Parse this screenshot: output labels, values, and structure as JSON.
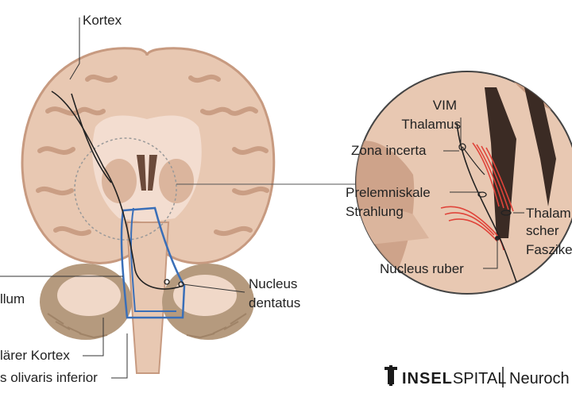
{
  "labels": {
    "kortex": "Kortex",
    "vim": "VIM",
    "thalamus": "Thalamus",
    "zona_incerta": "Zona incerta",
    "prelemniskale": "Prelemniskale",
    "strahlung": "Strahlung",
    "thalamischer_1": "Thalam",
    "thalamischer_2": "scher",
    "thalamischer_3": "Faszike",
    "nucleus_ruber": "Nucleus ruber",
    "nucleus_dentatus_1": "Nucleus",
    "nucleus_dentatus_2": "dentatus",
    "cerebellum": "llum",
    "cerebellaerer_kortex": "lärer Kortex",
    "nucleus_olivaris": "s olivaris inferior"
  },
  "brand": {
    "name_bold": "INSEL",
    "name_regular": "SPITAL",
    "department": "Neuroch"
  },
  "colors": {
    "tissue": "#e8c8b2",
    "tissue_dark": "#d4a88c",
    "cortex_gray": "#c79a80",
    "white_matter": "#f3ddd0",
    "tract_blue": "#3a6fb8",
    "tract_red": "#e0443a",
    "line_dark": "#222222",
    "cerebellum": "#b59a7e"
  }
}
